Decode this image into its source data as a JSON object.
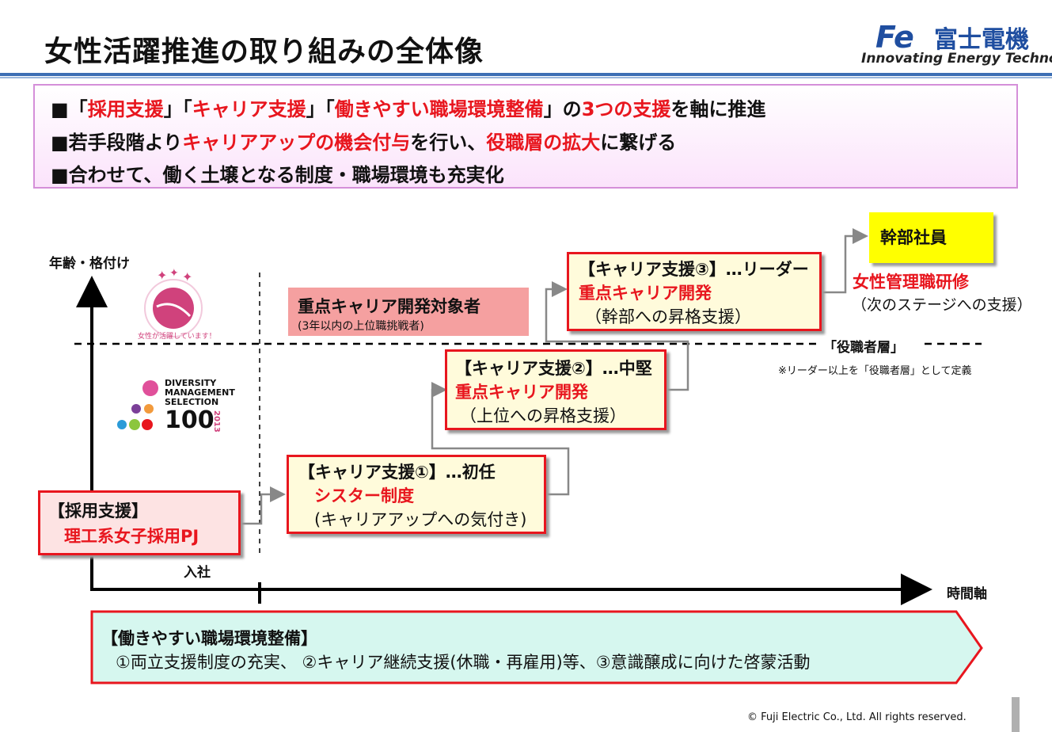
{
  "header": {
    "title": "女性活躍推進の取り組みの全体像",
    "logo_mark": "Fe",
    "logo_name": "富士電機",
    "logo_tagline": "Innovating Energy Technology"
  },
  "summary": {
    "line1": {
      "p1": "■「",
      "p2": "採用支援",
      "p3": "」「",
      "p4": "キャリア支援",
      "p5": "」「",
      "p6": "働きやすい職場環境整備",
      "p7": "」の",
      "p8": "3つの支援",
      "p9": "を軸に推進"
    },
    "line2": {
      "p1": "■若手段階より",
      "p2": "キャリアアップの機会付与",
      "p3": "を行い、",
      "p4": "役職層の拡大",
      "p5": "に繋げる"
    },
    "line3": "■合わせて、働く土壌となる制度・職場環境も充実化"
  },
  "axes": {
    "y_label": "年齢・格付け",
    "x_label": "時間軸",
    "join_label": "入社"
  },
  "badges": {
    "women_text": "女性が活躍しています！",
    "dms_line1": "DIVERSITY",
    "dms_line2": "MANAGEMENT",
    "dms_line3": "SELECTION",
    "dms_number": "100",
    "dms_year": "2013"
  },
  "recruit": {
    "title": "【採用支援】",
    "item": "理工系女子採用PJ"
  },
  "career1": {
    "title": "【キャリア支援①】…初任",
    "item": "シスター制度",
    "sub": "(キャリアアップへの気付き)"
  },
  "career2": {
    "title": "【キャリア支援②】…中堅",
    "item": "重点キャリア開発",
    "sub": "（上位への昇格支援）"
  },
  "career3": {
    "title": "【キャリア支援③】…リーダー",
    "item": "重点キャリア開発",
    "sub": "（幹部への昇格支援）"
  },
  "target": {
    "title": "重点キャリア開発対象者",
    "sub": "(3年以内の上位職挑戦者)"
  },
  "executive": {
    "label": "幹部社員",
    "training": "女性管理職研修",
    "training_sub": "（次のステージへの支援）"
  },
  "manager_layer": {
    "label": "「役職者層」",
    "note": "※リーダー以上を「役職者層」として定義"
  },
  "environment": {
    "title": "【働きやすい職場環境整備】",
    "items": "①両立支援制度の充実、 ②キャリア継続支援(休職・再雇用)等、③意識醸成に向けた啓蒙活動"
  },
  "footer": {
    "copyright": "© Fuji Electric Co., Ltd. All rights reserved."
  },
  "colors": {
    "accent_red": "#e8161e",
    "brand_blue": "#1f4ea0",
    "executive_yellow": "#ffff00",
    "target_pink": "#f5a0a0",
    "env_teal": "#d6f7ef"
  }
}
